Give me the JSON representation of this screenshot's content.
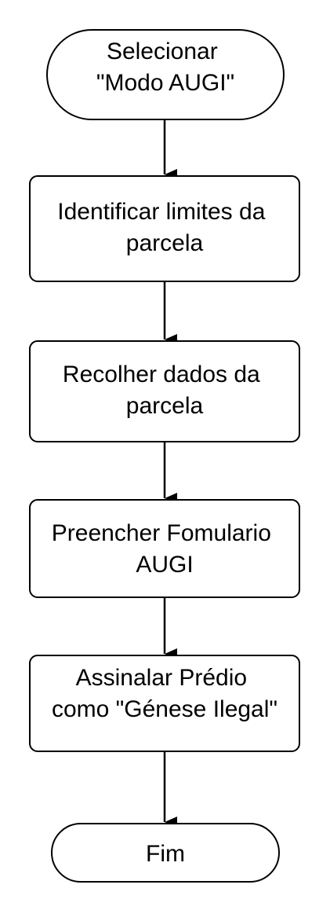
{
  "diagram": {
    "nodes": [
      {
        "id": "start",
        "shape": "terminal",
        "lines": [
          "Selecionar",
          "\"Modo AUGI\""
        ]
      },
      {
        "id": "step1",
        "shape": "process",
        "lines": [
          "Identificar limites da",
          "parcela"
        ]
      },
      {
        "id": "step2",
        "shape": "process",
        "lines": [
          "Recolher dados da",
          "parcela"
        ]
      },
      {
        "id": "step3",
        "shape": "process",
        "lines": [
          "Preencher Fomulario",
          "AUGI"
        ]
      },
      {
        "id": "step4",
        "shape": "process",
        "lines": [
          "Assinalar Prédio",
          "como \"Génese Ilegal\""
        ]
      },
      {
        "id": "end",
        "shape": "terminal",
        "lines": [
          "Fim"
        ]
      }
    ],
    "edges": [
      {
        "from": "start",
        "to": "step1"
      },
      {
        "from": "step1",
        "to": "step2"
      },
      {
        "from": "step2",
        "to": "step3"
      },
      {
        "from": "step3",
        "to": "step4"
      },
      {
        "from": "step4",
        "to": "end"
      }
    ],
    "colors": {
      "stroke": "#000000",
      "fill": "#ffffff",
      "text": "#000000"
    }
  }
}
